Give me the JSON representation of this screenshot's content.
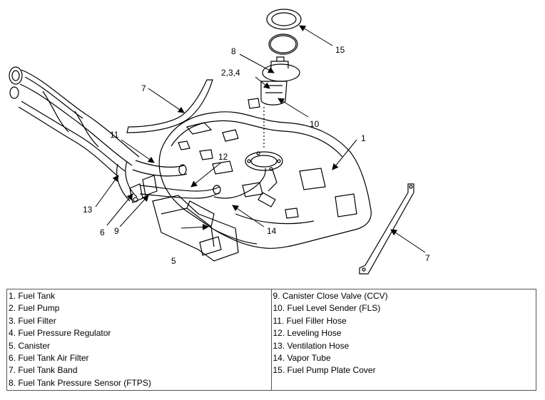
{
  "callouts": {
    "c1": "1",
    "c234": "2,3,4",
    "c5": "5",
    "c6": "6",
    "c7a": "7",
    "c7b": "7",
    "c8": "8",
    "c9": "9",
    "c10": "10",
    "c11": "11",
    "c12": "12",
    "c13": "13",
    "c14": "14",
    "c15": "15"
  },
  "legend": {
    "left": [
      "1. Fuel Tank",
      "2. Fuel Pump",
      "3. Fuel Filter",
      "4. Fuel Pressure Regulator",
      "5. Canister",
      "6. Fuel Tank Air Filter",
      "7. Fuel Tank Band",
      "8. Fuel Tank Pressure Sensor (FTPS)"
    ],
    "right": [
      "9. Canister Close Valve (CCV)",
      "10. Fuel Level Sender (FLS)",
      "11. Fuel Filler Hose",
      "12. Leveling Hose",
      "13. Ventilation Hose",
      "14. Vapor Tube",
      "15. Fuel Pump Plate Cover"
    ]
  }
}
